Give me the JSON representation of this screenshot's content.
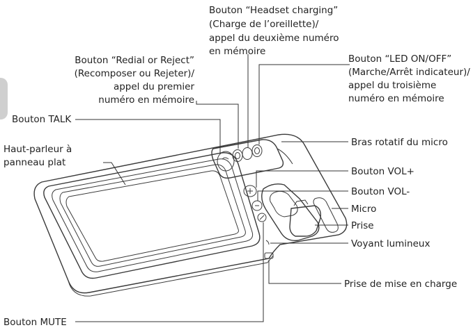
{
  "labels": {
    "headset_charging": [
      "Bouton “Headset charging”",
      "(Charge de l’oreillette)/",
      "appel du deuxième numéro",
      "en mémoire"
    ],
    "redial_reject": [
      "Bouton “Redial or Reject”",
      "(Recomposer ou Rejeter)/",
      "appel du premier",
      "numéro en mémoire"
    ],
    "led_on_off": [
      "Bouton “LED ON/OFF”",
      "(Marche/Arrêt indicateur)/",
      "appel du troisième",
      "numéro en mémoire"
    ],
    "talk": "Bouton TALK",
    "speaker": [
      "Haut-parleur à",
      "panneau plat"
    ],
    "mic_arm": "Bras rotatif du micro",
    "vol_plus": "Bouton VOL+",
    "vol_minus": "Bouton VOL-",
    "micro": "Micro",
    "plug": "Prise",
    "indicator_light": "Voyant lumineux",
    "charging_jack": "Prise de mise en charge",
    "mute": "Bouton MUTE"
  },
  "colors": {
    "line": "#333333",
    "text": "#222222",
    "edge_tab": "#cfcfcf"
  }
}
